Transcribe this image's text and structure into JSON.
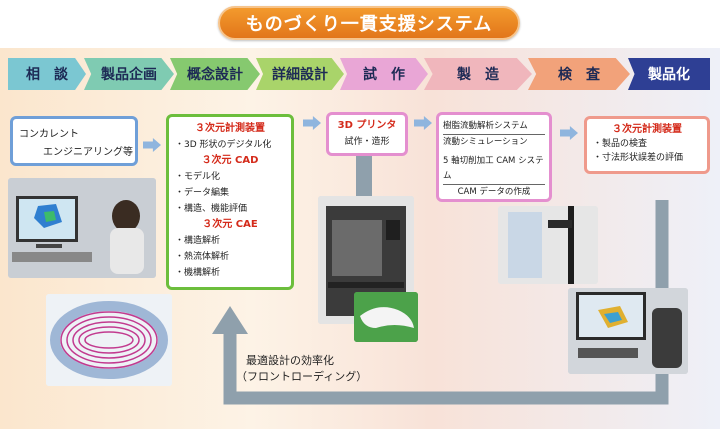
{
  "title": "ものづくり一貫支援システム",
  "stages": [
    {
      "label": "相　談",
      "color": "#7bc7d2"
    },
    {
      "label": "製品企画",
      "color": "#7fcbb2"
    },
    {
      "label": "概念設計",
      "color": "#86c96f"
    },
    {
      "label": "詳細設計",
      "color": "#a9d46a"
    },
    {
      "label": "試　作",
      "color": "#e9a6d6"
    },
    {
      "label": "製　造",
      "color": "#f0b6bc"
    },
    {
      "label": "検　査",
      "color": "#f2a27a"
    },
    {
      "label": "製品化",
      "color": "#2e3f94"
    }
  ],
  "consult_box": {
    "line1": "コンカレント",
    "line2": "エンジニアリング等"
  },
  "design_box": {
    "section1_title": "３次元計測装置",
    "section1_items": [
      "・3D 形状のデジタル化"
    ],
    "section2_title": "３次元 CAD",
    "section2_items": [
      "・モデル化",
      "・データ編集",
      "・構造、機能評価"
    ],
    "section3_title": "３次元 CAE",
    "section3_items": [
      "・構造解析",
      "・熱流体解析",
      "・機構解析"
    ]
  },
  "prototype_box": {
    "title": "3D プリンタ",
    "text": "試作・造形"
  },
  "manufacture_box": {
    "line1": "樹脂流動解析システム",
    "line2": "流動シミュレーション",
    "line3": "5 軸切削加工 CAM システム",
    "line4": "CAM データの作成"
  },
  "inspection_box": {
    "title": "３次元計測装置",
    "items": [
      "・製品の検査",
      "・寸法形状誤差の評価"
    ]
  },
  "feedback": {
    "line1": "最適設計の効率化",
    "line2": "（フロントローディング）"
  },
  "colors": {
    "title_orange": "#e98a24",
    "red_heading": "#d42a1a",
    "feedback_arrow": "#8fa0ac",
    "box_blue": "#6f9fd8",
    "box_green": "#6cbe3c",
    "box_pink": "#e48fcf",
    "box_salmon": "#ef9a8c"
  }
}
